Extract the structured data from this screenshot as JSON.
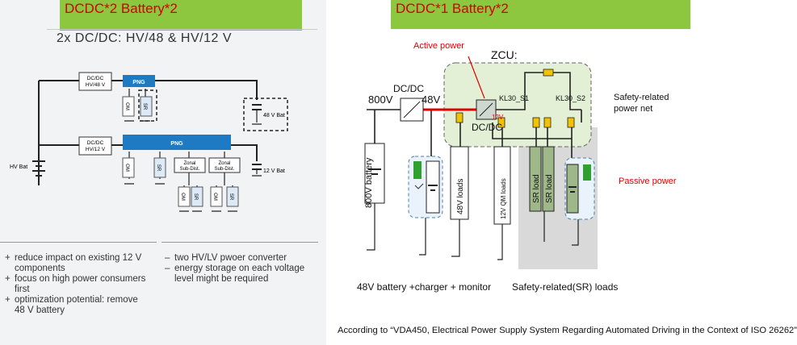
{
  "left": {
    "banner": "DCDC*2  Battery*2",
    "subtitle": "2x DC/DC: HV/48 & HV/12 V",
    "diagram": {
      "dcdc48": [
        "DC/DC",
        "HV/48 V"
      ],
      "dcdc12": [
        "DC/DC",
        "HV/12 V"
      ],
      "png": "PNG",
      "om": "OM",
      "sr": "SR",
      "bat48": "48 V Bat",
      "bat12": "12 V Bat",
      "hvbat": "HV Bat",
      "zonal": [
        "Zonal",
        "Sub-Dist."
      ]
    },
    "pros": [
      "reduce impact on existing 12 V components",
      "focus on high power consumers first",
      "optimization potential: remove 48 V battery"
    ],
    "cons": [
      "two HV/LV pwoer converter",
      "energy storage on each voltage level might be required"
    ]
  },
  "right": {
    "banner": "DCDC*1  Battery*2",
    "labels": {
      "active_power": "Active power",
      "zcu": "ZCU:",
      "v800": "800V",
      "dcdc_top": "DC/DC",
      "v48": "48V",
      "kl30_s1": "KL30_S1",
      "kl30_s2": "KL30_S2",
      "v12": "12V",
      "dcdc_mid": "DC/DC",
      "safety_net": [
        "Safety-related",
        "power net"
      ],
      "passive_power": "Passive power",
      "battery800": "800V battery",
      "loads48": "48V loads",
      "qm12": "12V QM loads",
      "sr_load": "SR load",
      "battery48_caption": "48V battery +charger + monitor",
      "sr_loads_caption": "Safety-related(SR) loads"
    },
    "footnote": "According to “VDA450, Electrical Power Supply System Regarding Automated Driving in the Context of ISO 26262”"
  },
  "colors": {
    "banner_bg": "#8dc63f",
    "banner_text": "#d40000",
    "png_blue": "#1f7ac4",
    "zcu_green": "#e3f0d5",
    "fuse": "#f2c200",
    "active_red": "#e00000"
  }
}
